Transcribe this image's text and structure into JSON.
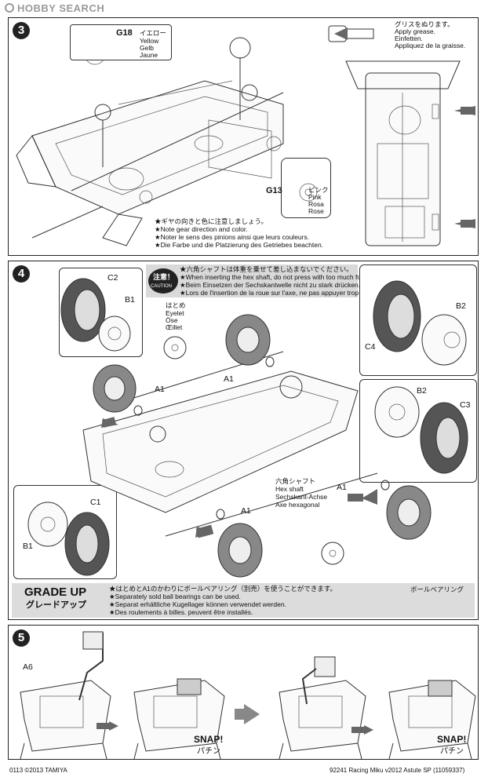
{
  "watermark": "HOBBY SEARCH",
  "step3": {
    "number": "3",
    "gear_g18": {
      "code": "G18",
      "jp": "イエロー",
      "en": "Yellow",
      "de": "Gelb",
      "fr": "Jaune"
    },
    "gear_g13": {
      "code": "G13",
      "jp": "ピンク",
      "en": "Pink",
      "de": "Rosa",
      "fr": "Rose"
    },
    "grease": {
      "jp": "グリスをぬります。",
      "en": "Apply grease.",
      "de": "Einfetten.",
      "fr": "Appliquez de la graisse."
    },
    "notes": [
      "★ギヤの向きと色に注意しましょう。",
      "★Note gear direction and color.",
      "★Noter le sens des pinions ainsi que leurs couleurs.",
      "★Die Farbe und die Platzierung des Getriebes beachten."
    ]
  },
  "step4": {
    "number": "4",
    "caution_badge": "注意！",
    "caution_word": "CAUTION",
    "caution_lines": [
      "★六角シャフトは体重を乗せて差し込まないでください。",
      "★When inserting the hex shaft, do not press with too much force.",
      "★Beim Einsetzen der Sechskantwelle nicht zu stark drücken.",
      "★Lors de l'insertion de la roue sur l'axe, ne pas appuyer trop fort !"
    ],
    "eyelet": {
      "jp": "はとめ",
      "en": "Eyelet",
      "de": "Öse",
      "fr": "Œillet"
    },
    "hexshaft": {
      "jp": "六角シャフト",
      "en": "Hex shaft",
      "de": "Sechskant-Achse",
      "fr": "Axe hexagonal"
    },
    "labels": {
      "c2": "C2",
      "b1_top": "B1",
      "b2": "B2",
      "c4": "C4",
      "b2_mid": "B2",
      "c3": "C3",
      "c1": "C1",
      "b1_bottom": "B1",
      "a1_left": "A1",
      "a1_top": "A1",
      "a1_right": "A1",
      "a1_bottom": "A1"
    },
    "grade_up": {
      "title": "GRADE UP",
      "title_jp": "グレードアップ",
      "lines": [
        "★はとめとA1のかわりにボールベアリング（別売）を使うことができます。",
        "★Separately sold ball bearings can be used.",
        "★Separat erhältliche Kugellager können verwendet werden.",
        "★Des roulements à billes. peuvent être installés."
      ],
      "bearing_jp": "ボールベアリング"
    }
  },
  "step5": {
    "number": "5",
    "part": "A6",
    "snap1": "SNAP!",
    "snap1_jp": "パチン",
    "snap2": "SNAP!",
    "snap2_jp": "パチン"
  },
  "footer": {
    "left": "0113 ©2013 TAMIYA",
    "right": "92241 Racing Miku v2012 Astute SP (11059337)"
  }
}
